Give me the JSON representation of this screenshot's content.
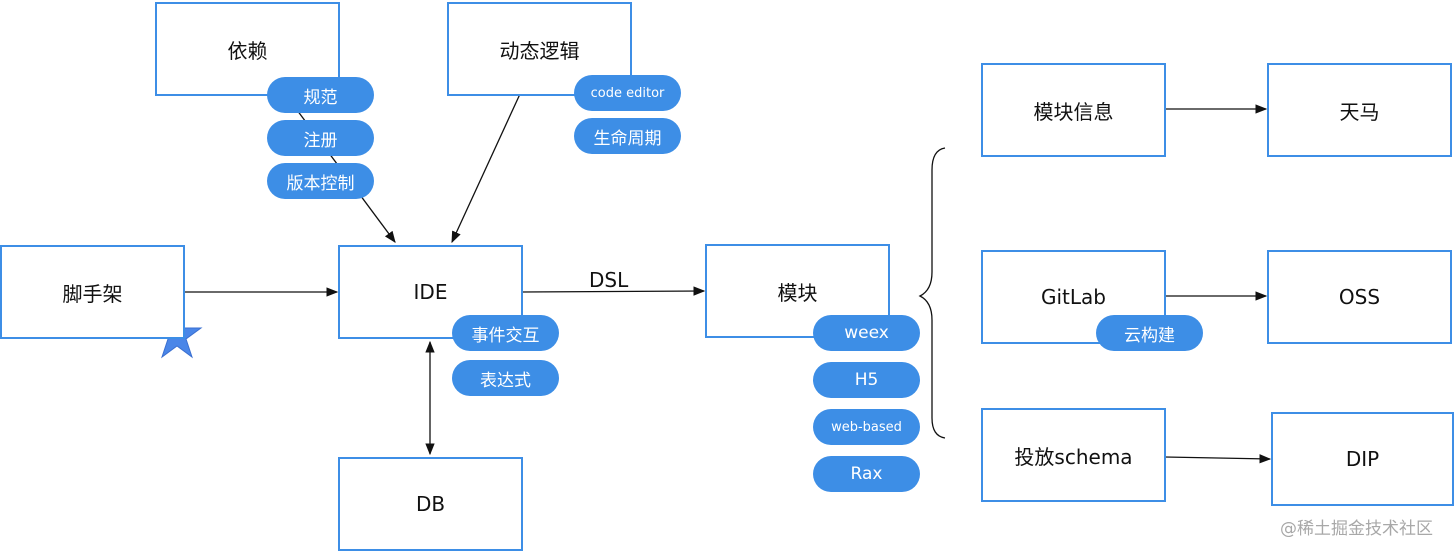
{
  "nodes": {
    "yilai": "依赖",
    "dongtai": "动态逻辑",
    "jiaoshoujia": "脚手架",
    "ide": "IDE",
    "db": "DB",
    "mokuai": "模块",
    "mokuai_info": "模块信息",
    "tianma": "天马",
    "gitlab": "GitLab",
    "oss": "OSS",
    "toufang": "投放schema",
    "dip": "DIP"
  },
  "pills": {
    "yilai": [
      "规范",
      "注册",
      "版本控制"
    ],
    "dongtai": [
      "code editor",
      "生命周期"
    ],
    "ide": [
      "事件交互",
      "表达式"
    ],
    "mokuai": [
      "weex",
      "H5",
      "web-based",
      "Rax"
    ],
    "gitlab": [
      "云构建"
    ]
  },
  "edge_labels": {
    "dsl": "DSL"
  },
  "icons": {
    "star": "star-icon"
  },
  "colors": {
    "accent": "#3d8ee6",
    "star": "#4a86e8"
  },
  "watermark": "@稀土掘金技术社区"
}
